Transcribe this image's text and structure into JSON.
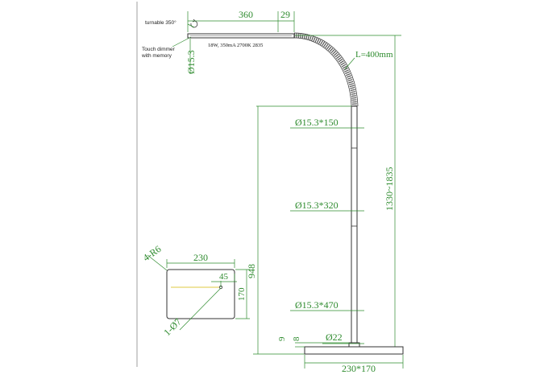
{
  "labels": {
    "turnable": "turnable 350°",
    "touch_dimmer_line1": "Touch dimmer",
    "touch_dimmer_line2": "with memory",
    "led_spec": "18W, 350mA 2700K 2835",
    "dim_360": "360",
    "dim_29": "29",
    "dim_head_dia": "Ø15.3",
    "gooseneck_length": "L=400mm",
    "tube_1": "Ø15.3*150",
    "tube_2": "Ø15.3*320",
    "tube_3": "Ø15.3*470",
    "total_height": "1330~1835",
    "dim_948": "948",
    "base_plate_width": "230",
    "base_corner_radius": "4-R6",
    "base_offset": "45",
    "base_depth": "170",
    "base_holes": "1-Ø7",
    "dim_9": "9",
    "dim_8": "8",
    "pole_dia": "Ø22",
    "base_size": "230*170"
  },
  "colors": {
    "dimension": "#2e8b2e",
    "outline": "#333333",
    "accent": "#d4b800"
  }
}
